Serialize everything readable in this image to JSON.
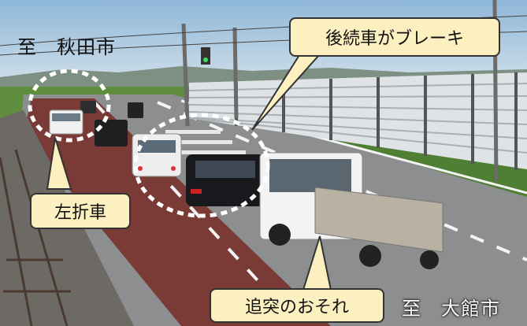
{
  "labels": {
    "destination_north": "至　秋田市",
    "destination_south": "至　大館市"
  },
  "callouts": {
    "following_car_brakes": "後続車がブレーキ",
    "left_turning_car": "左折車",
    "rear_end_risk": "追突のおそれ"
  },
  "colors": {
    "callout_fill": "#fdf0c0",
    "highlight_circle": "#ffffff",
    "road_shoulder": "#7a3a36"
  }
}
